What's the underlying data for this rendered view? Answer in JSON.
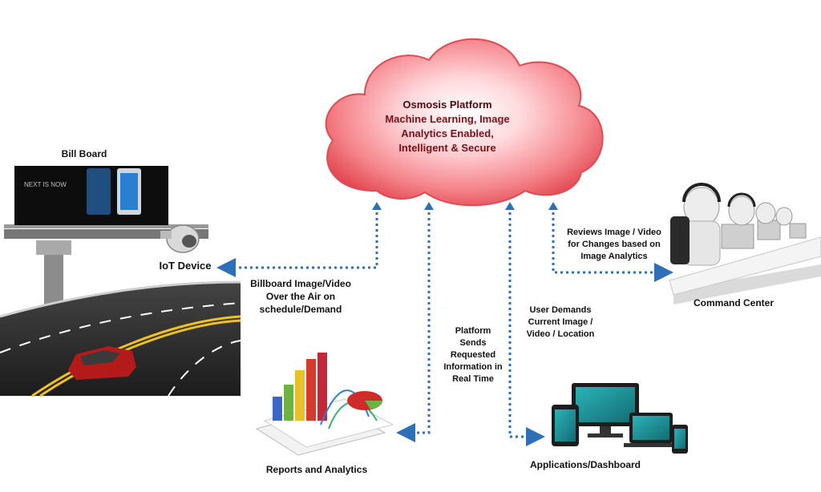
{
  "cloud": {
    "title": "Osmosis Platform",
    "lines": [
      "Machine Learning, Image",
      "Analytics  Enabled,",
      "Intelligent & Secure"
    ]
  },
  "billboard": {
    "label": "Bill Board",
    "screen_text": "NEXT IS NOW"
  },
  "iot": {
    "label": "IoT Device"
  },
  "billboard_flow": {
    "lines": [
      "Billboard Image/Video",
      "Over the Air on",
      "schedule/Demand"
    ]
  },
  "reports": {
    "label": "Reports and Analytics"
  },
  "platform_sends": {
    "lines": [
      "Platform",
      "Sends",
      "Requested",
      "Information in",
      "Real Time"
    ]
  },
  "user_demands": {
    "lines": [
      "User Demands",
      "Current Image /",
      "Video / Location"
    ]
  },
  "applications": {
    "label": "Applications/Dashboard"
  },
  "reviews": {
    "lines": [
      "Reviews Image / Video",
      "for Changes based on",
      "Image Analytics"
    ]
  },
  "command_center": {
    "label": "Command Center"
  },
  "colors": {
    "cloud_fill": "#f26a72",
    "cloud_light": "#ffe8ea",
    "arrow": "#2f6fb8",
    "road": "#2b2b2b",
    "road_line_yellow": "#f0c020",
    "screen_teal": "#1f9aa0"
  },
  "icons": [
    "cloud-icon",
    "billboard-icon",
    "iot-camera-icon",
    "road-icon",
    "car-icon",
    "charts-icon",
    "devices-icon",
    "operators-icon"
  ]
}
